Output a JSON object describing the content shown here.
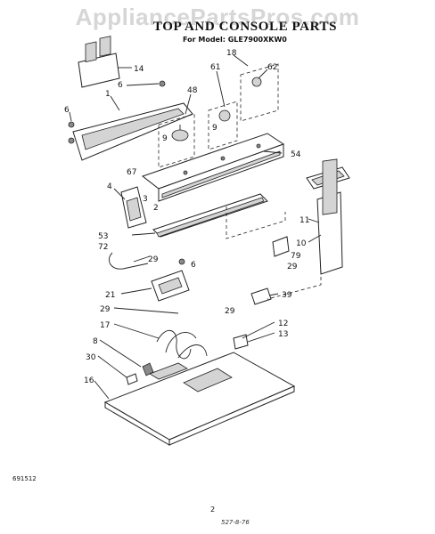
{
  "watermark": "AppliancePartsPros.com",
  "title": "TOP AND CONSOLE PARTS",
  "subtitle": "For Model: GLE7900XKW0",
  "footer": {
    "code": "691512",
    "page": "2",
    "revision": "527-8-76"
  },
  "callouts": [
    "14",
    "6",
    "1",
    "48",
    "18",
    "61",
    "62",
    "6",
    "9",
    "9",
    "67",
    "54",
    "4",
    "3",
    "2",
    "53",
    "72",
    "29",
    "6",
    "11",
    "10",
    "79",
    "29",
    "21",
    "39",
    "29",
    "29",
    "12",
    "17",
    "13",
    "8",
    "30",
    "16"
  ]
}
